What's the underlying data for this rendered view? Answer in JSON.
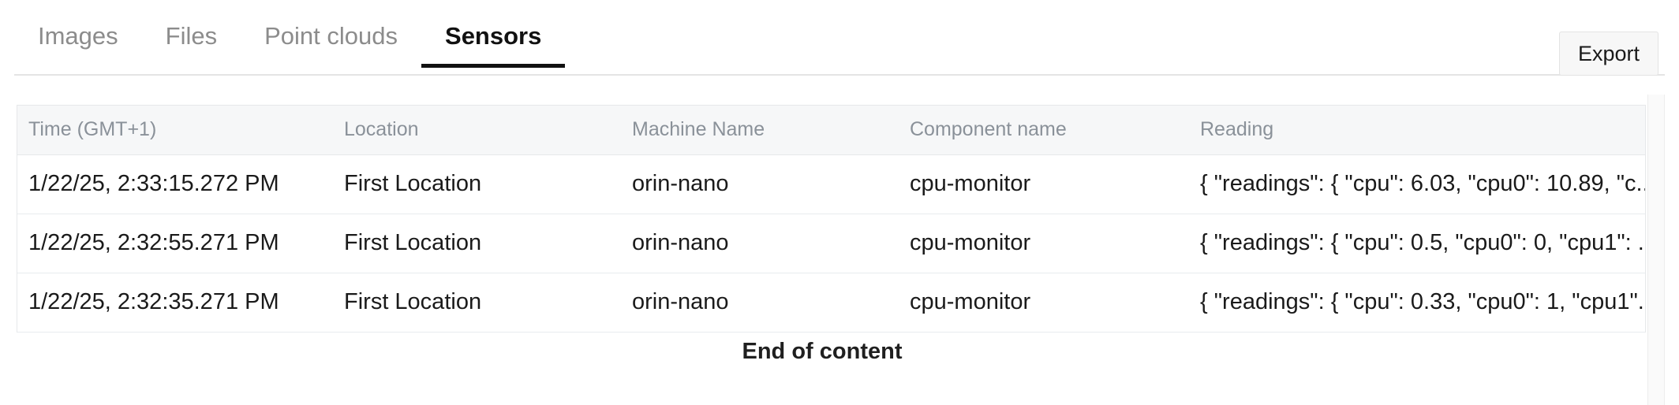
{
  "tabs": [
    {
      "label": "Images",
      "active": false
    },
    {
      "label": "Files",
      "active": false
    },
    {
      "label": "Point clouds",
      "active": false
    },
    {
      "label": "Sensors",
      "active": true
    }
  ],
  "toolbar": {
    "export_label": "Export"
  },
  "table": {
    "columns": [
      "Time (GMT+1)",
      "Location",
      "Machine Name",
      "Component name",
      "Reading"
    ],
    "rows": [
      {
        "time": "1/22/25, 2:33:15.272 PM",
        "location": "First Location",
        "machine": "orin-nano",
        "component": "cpu-monitor",
        "reading": "{ \"readings\": { \"cpu\": 6.03, \"cpu0\": 10.89, \"c..."
      },
      {
        "time": "1/22/25, 2:32:55.271 PM",
        "location": "First Location",
        "machine": "orin-nano",
        "component": "cpu-monitor",
        "reading": "{ \"readings\": { \"cpu\": 0.5, \"cpu0\": 0, \"cpu1\": ..."
      },
      {
        "time": "1/22/25, 2:32:35.271 PM",
        "location": "First Location",
        "machine": "orin-nano",
        "component": "cpu-monitor",
        "reading": "{ \"readings\": { \"cpu\": 0.33, \"cpu0\": 1, \"cpu1\"..."
      }
    ]
  },
  "footer": {
    "end_of_content": "End of content"
  },
  "colors": {
    "active_tab": "#111111",
    "inactive_tab": "#8c8c8c",
    "header_text": "#8a9199",
    "border": "#e6e8ea",
    "header_bg": "#f6f7f8",
    "button_bg": "#f7f7f7"
  }
}
